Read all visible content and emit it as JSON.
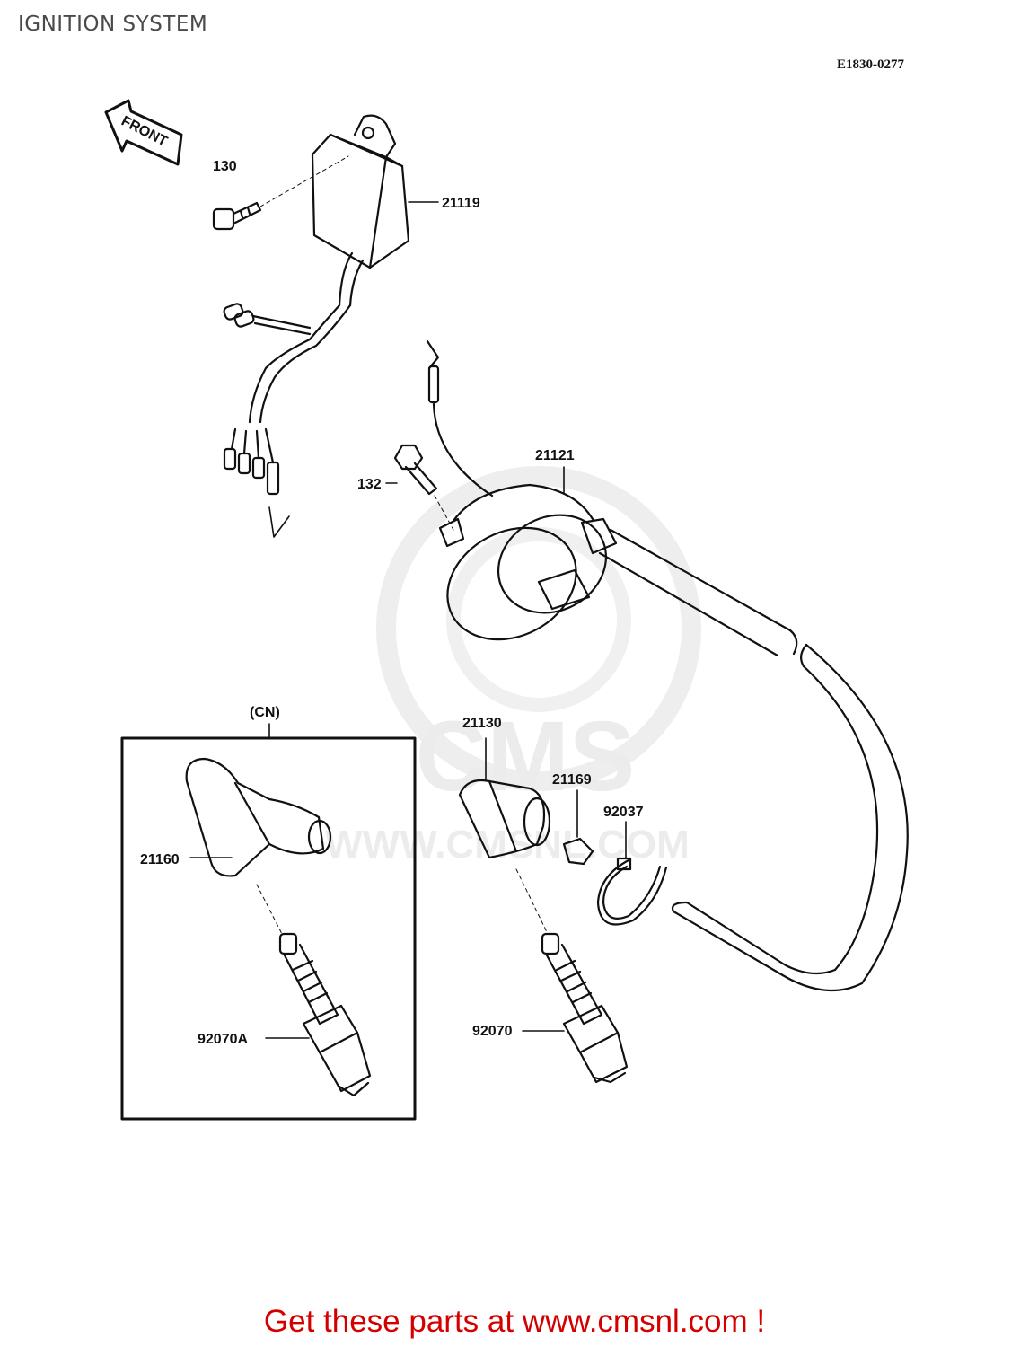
{
  "page": {
    "title": "IGNITION SYSTEM",
    "diagram_code": "E1830-0277",
    "front_label": "FRONT",
    "watermark": {
      "brand": "CMS",
      "url": "WWW.CMSNL.COM"
    }
  },
  "parts": [
    {
      "ref": "130"
    },
    {
      "ref": "21119"
    },
    {
      "ref": "132"
    },
    {
      "ref": "21121"
    },
    {
      "ref": "21130"
    },
    {
      "ref": "21169"
    },
    {
      "ref": "92037"
    },
    {
      "ref": "92070"
    },
    {
      "ref": "21160"
    },
    {
      "ref": "92070A"
    }
  ],
  "region": {
    "label": "(CN)"
  },
  "cta": {
    "text": "Get these parts at www.cmsnl.com !"
  }
}
